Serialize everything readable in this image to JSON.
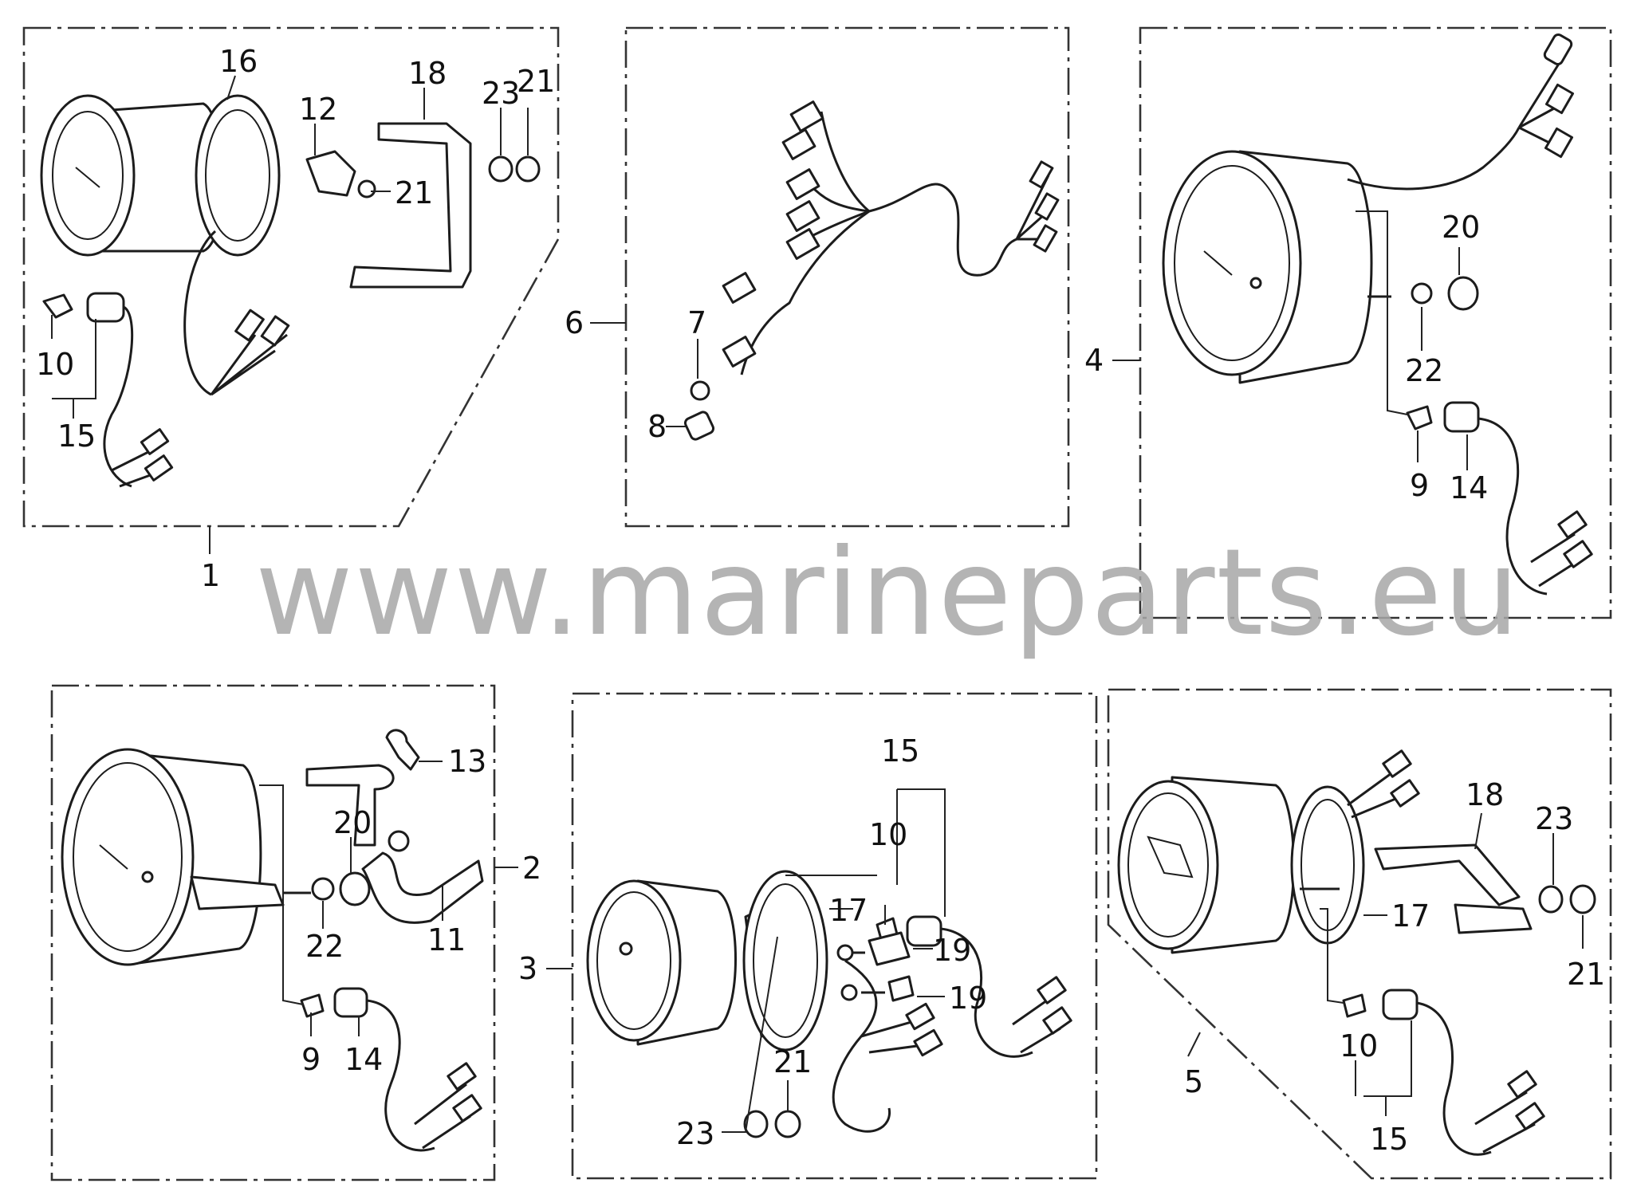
{
  "watermark": "www.marineparts.eu",
  "groups": [
    {
      "id": "1",
      "label": "1",
      "callouts": [
        "16",
        "18",
        "23",
        "21",
        "12",
        "21",
        "10",
        "15"
      ]
    },
    {
      "id": "6",
      "label": "6",
      "callouts": [
        "7",
        "8"
      ]
    },
    {
      "id": "4",
      "label": "4",
      "callouts": [
        "20",
        "22",
        "9",
        "14"
      ]
    },
    {
      "id": "2",
      "label": "2",
      "callouts": [
        "13",
        "20",
        "22",
        "11",
        "9",
        "14"
      ]
    },
    {
      "id": "3",
      "label": "3",
      "callouts": [
        "15",
        "10",
        "17",
        "19",
        "19",
        "21",
        "23"
      ]
    },
    {
      "id": "5",
      "label": "5",
      "callouts": [
        "18",
        "23",
        "17",
        "21",
        "10",
        "15"
      ]
    }
  ],
  "colors": {
    "line": "#1c1c1c",
    "frame": "#333333",
    "watermark": "#a8a8a8",
    "background": "#ffffff"
  }
}
